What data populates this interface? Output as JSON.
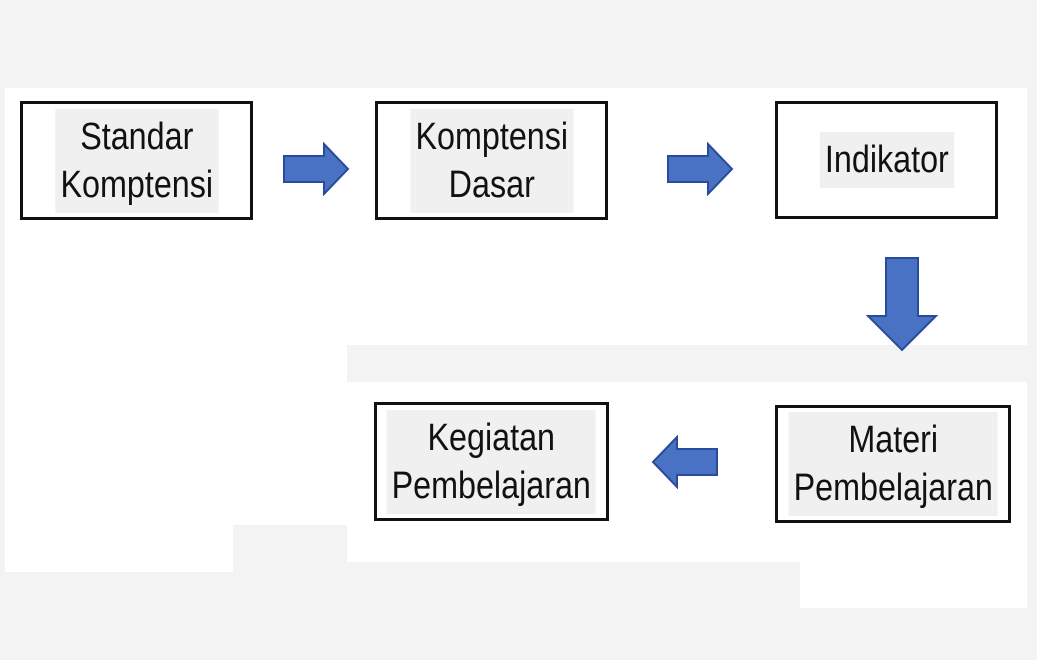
{
  "nodes": [
    {
      "id": "standar-kompetensi",
      "lines": [
        "Standar",
        "Komptensi"
      ]
    },
    {
      "id": "kompetensi-dasar",
      "lines": [
        "Komptensi",
        "Dasar"
      ]
    },
    {
      "id": "indikator",
      "lines": [
        "Indikator"
      ]
    },
    {
      "id": "materi-pembelajaran",
      "lines": [
        "Materi",
        "Pembelajaran"
      ]
    },
    {
      "id": "kegiatan-pembelajaran",
      "lines": [
        "Kegiatan",
        "Pembelajaran"
      ]
    }
  ],
  "colors": {
    "arrow_fill": "#4a72c4",
    "arrow_stroke": "#2a4a9a"
  }
}
